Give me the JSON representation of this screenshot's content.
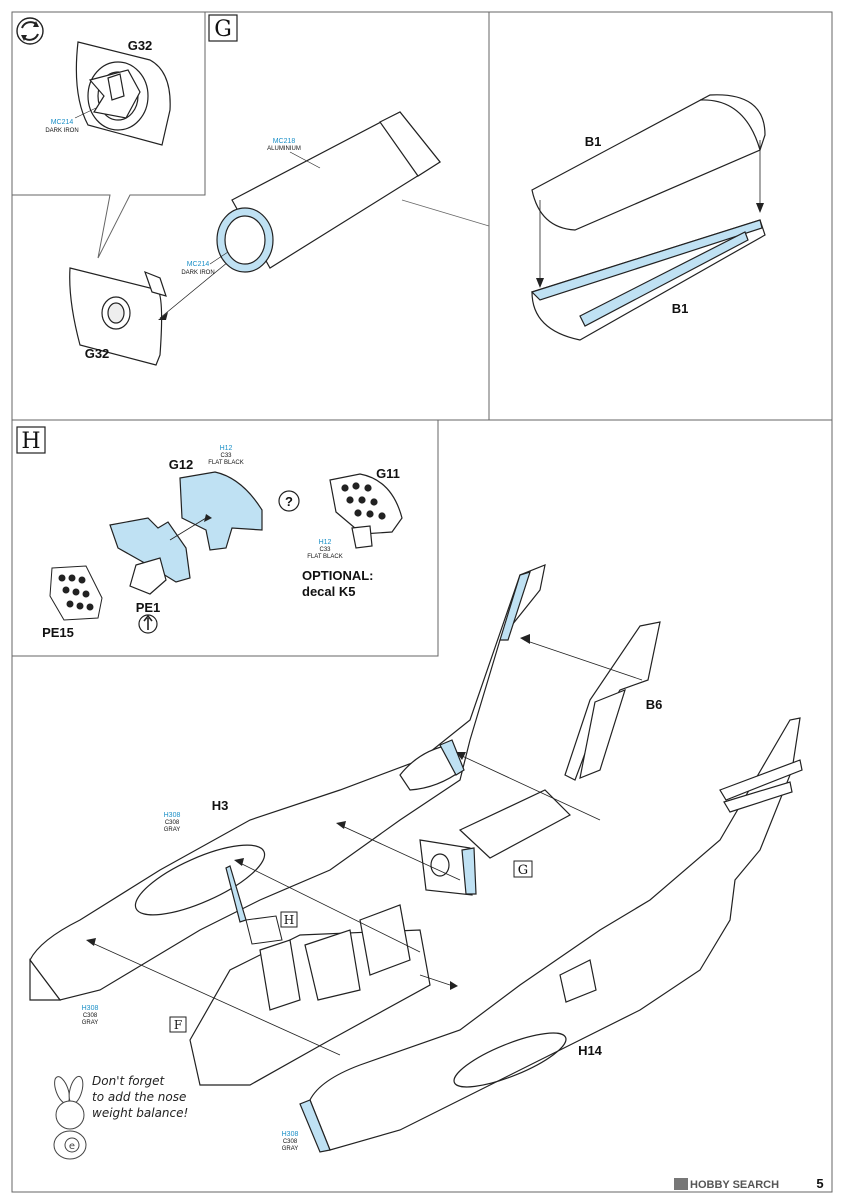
{
  "colors": {
    "paint_blue": "#bfe1f3",
    "code_blue": "#1a8fc7",
    "line": "#222222",
    "frame": "#666666"
  },
  "steps": {
    "G": {
      "label": "G",
      "rotate_icon": "rotate-arrows-icon",
      "parts": {
        "g32_top": "G32",
        "g32_bottom": "G32",
        "b1_top": "B1",
        "b1_bottom": "B1"
      },
      "paints": [
        {
          "code": "MC214",
          "name": "DARK IRON"
        },
        {
          "code": "MC218",
          "name": "ALUMINIUM"
        },
        {
          "code": "MC214",
          "name": "DARK IRON"
        }
      ]
    },
    "H": {
      "label": "H",
      "parts": {
        "g12": "G12",
        "g11": "G11",
        "pe15": "PE15",
        "pe1": "PE1"
      },
      "question_mark": "?",
      "optional_line1": "OPTIONAL:",
      "optional_line2": "decal K5",
      "paints": [
        {
          "code": "H12",
          "gunze": "C33",
          "name": "FLAT BLACK"
        },
        {
          "code": "H12",
          "gunze": "C33",
          "name": "FLAT BLACK"
        }
      ]
    }
  },
  "main": {
    "parts": {
      "b6": "B6",
      "h3": "H3",
      "h14": "H14"
    },
    "refs": {
      "g": "G",
      "h": "H",
      "f": "F"
    },
    "paints": [
      {
        "code": "H308",
        "gunze": "C308",
        "name": "GRAY"
      },
      {
        "code": "H308",
        "gunze": "C308",
        "name": "GRAY"
      },
      {
        "code": "H308",
        "gunze": "C308",
        "name": "GRAY"
      }
    ],
    "note_line1": "Don't forget",
    "note_line2": "to add the nose",
    "note_line3": "weight balance!"
  },
  "footer": {
    "watermark": "HOBBY SEARCH",
    "page_number": "5"
  }
}
